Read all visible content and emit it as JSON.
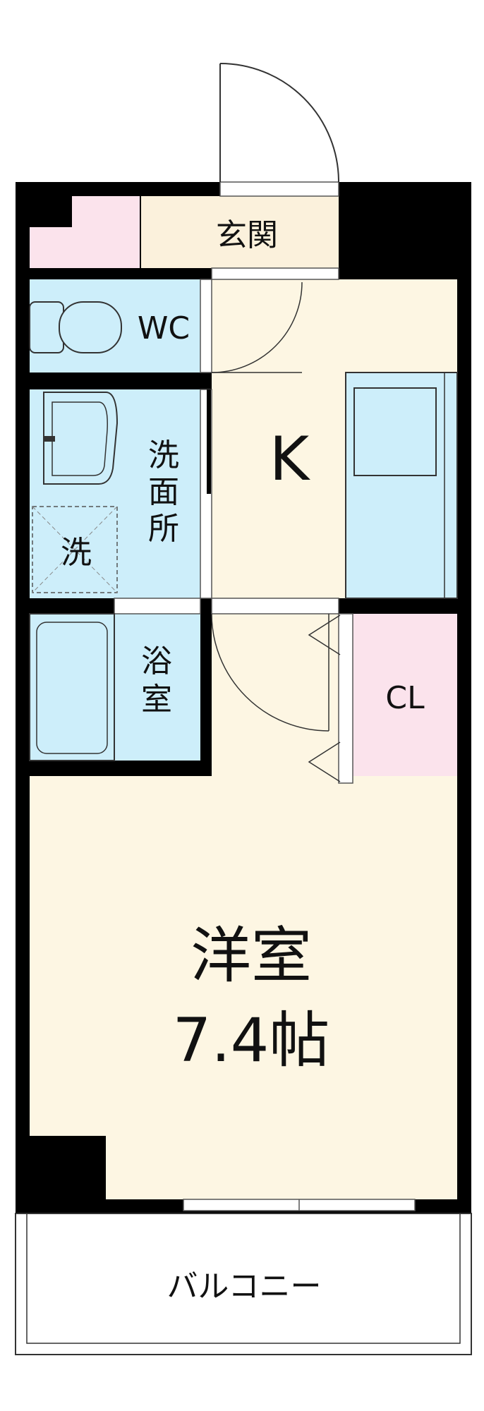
{
  "rooms": {
    "genkan": "玄関",
    "wc": "WC",
    "kitchen": "K",
    "washroom_line1": "洗",
    "washroom_line2": "面",
    "washroom_line3": "所",
    "washer": "洗",
    "bath_line1": "浴",
    "bath_line2": "室",
    "closet": "CL",
    "western_room": "洋室",
    "western_room_size": "7.4帖",
    "balcony": "バルコニー"
  },
  "colors": {
    "wall": "#000000",
    "cream": "#fdf6e3",
    "genkan_floor": "#fbf1dc",
    "wet_area": "#cdeefa",
    "pink": "#fbe3ec",
    "balcony_floor": "#ffffff"
  }
}
